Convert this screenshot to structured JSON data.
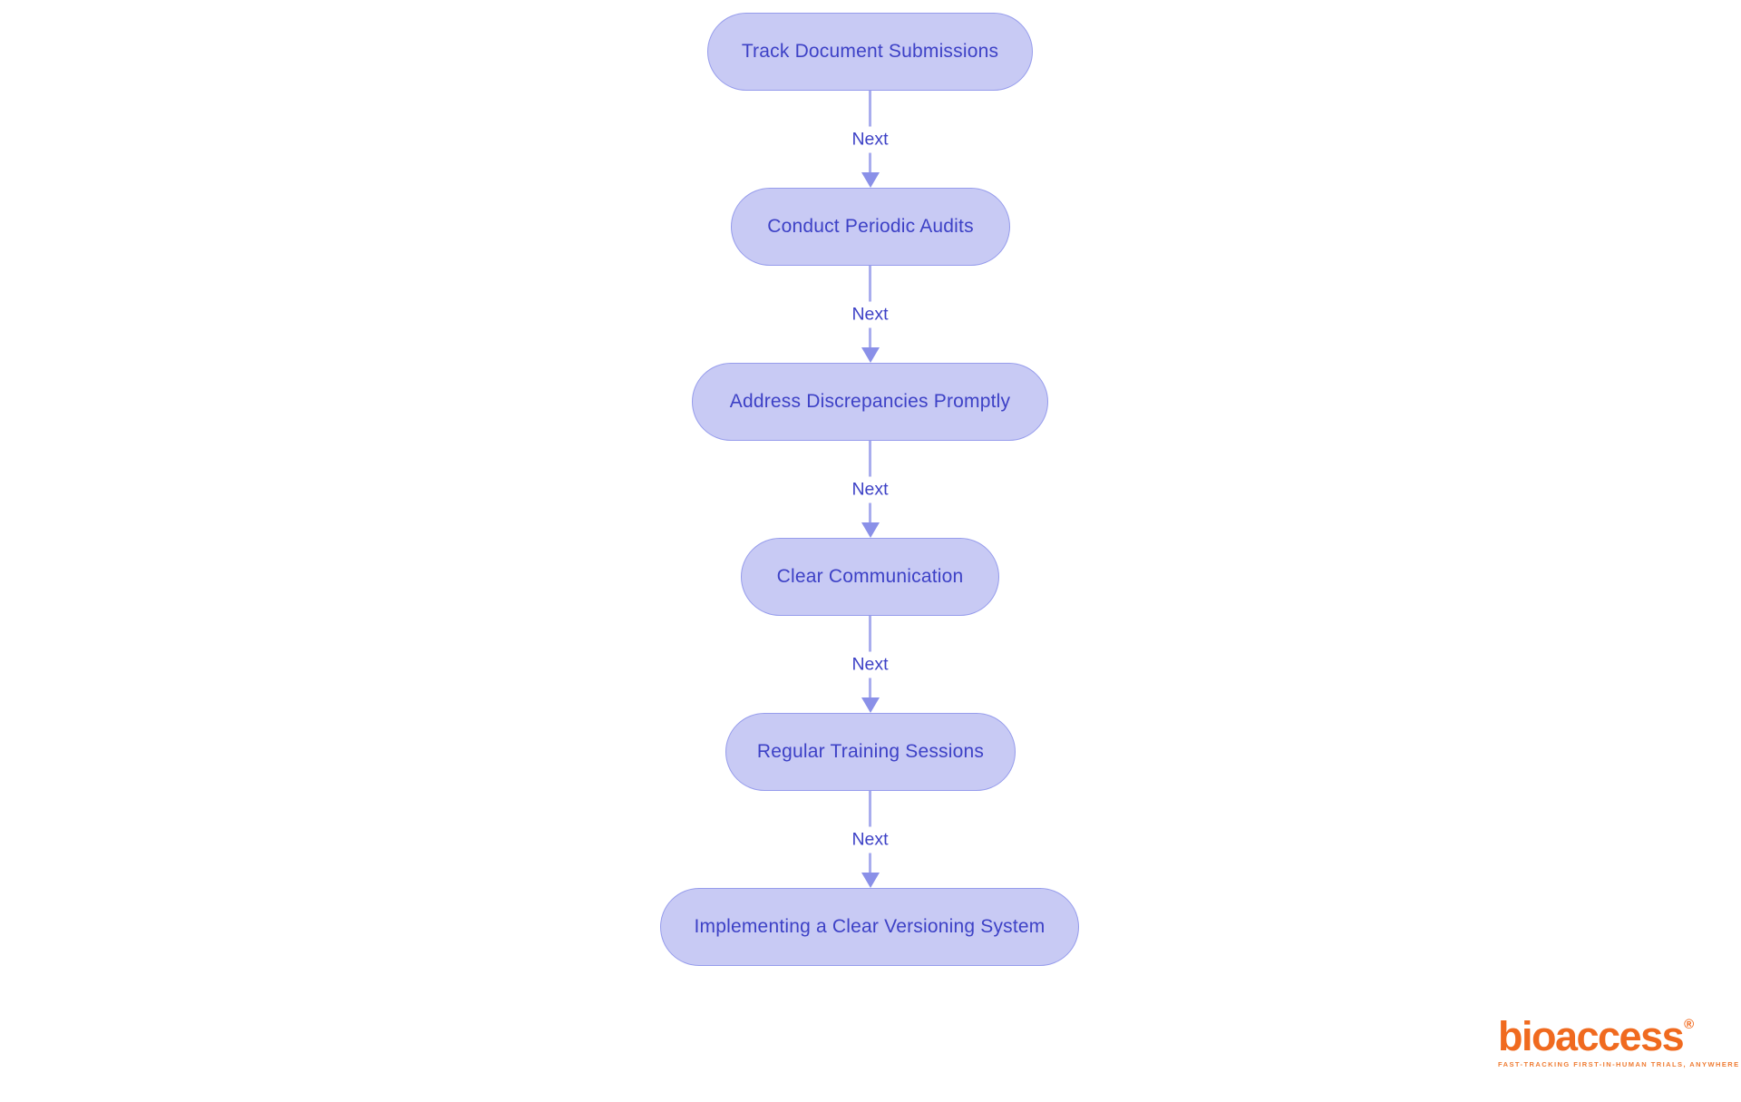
{
  "colors": {
    "background": "#ffffff",
    "node_fill": "#c8caf4",
    "node_border": "#969cec",
    "node_text": "#3d41c6",
    "arrow_line": "#a9adee",
    "arrow_head": "#8a90e8",
    "edge_label_text": "#3d41c6",
    "logo_orange": "#f06a1f"
  },
  "flowchart": {
    "nodes": [
      {
        "label": "Track Document Submissions"
      },
      {
        "label": "Conduct Periodic Audits"
      },
      {
        "label": "Address Discrepancies Promptly"
      },
      {
        "label": "Clear Communication"
      },
      {
        "label": "Regular Training Sessions"
      },
      {
        "label": "Implementing a Clear Versioning System"
      }
    ],
    "edges": [
      {
        "label": "Next"
      },
      {
        "label": "Next"
      },
      {
        "label": "Next"
      },
      {
        "label": "Next"
      },
      {
        "label": "Next"
      }
    ]
  },
  "logo": {
    "brand": "bioaccess",
    "registered_mark": "®",
    "tagline": "FAST-TRACKING FIRST-IN-HUMAN TRIALS, ANYWHERE"
  }
}
